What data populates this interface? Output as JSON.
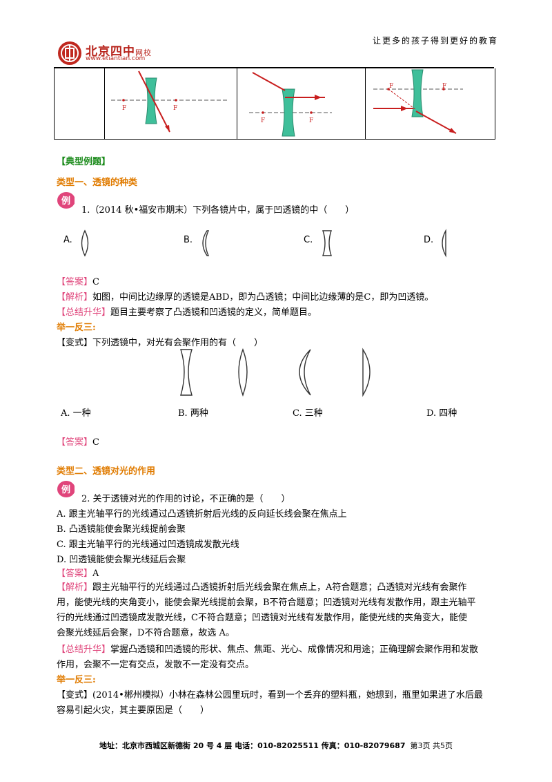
{
  "header": {
    "slogan": "让更多的孩子得到更好的教育",
    "logo_name": "北京四中",
    "logo_suffix": "网校",
    "logo_url": "www.etiantian.com"
  },
  "figure_labels": {
    "focus": "F"
  },
  "section_title": "【典型例题】",
  "type1": {
    "title": "类型一、透镜的种类",
    "question": "1.（2014 秋•福安市期末）下列各镜片中，属于凹透镜的中（　　）",
    "options": [
      "A.",
      "B.",
      "C.",
      "D."
    ],
    "answer_tag": "【答案】",
    "answer": "C",
    "analysis_tag": "【解析】",
    "analysis": "如图，中间比边缘厚的透镜是ABD，即为凸透镜；中间比边缘薄的是C，即为凹透镜。",
    "summary_tag": "【总结升华】",
    "summary": "题目主要考察了凸透镜和凹透镜的定义，简单题目。",
    "practice_title": "举一反三:",
    "variant": "【变式】下列透镜中，对光有会聚作用的有（　　）",
    "variant_options": [
      "A. 一种",
      "B. 两种",
      "C. 三种",
      "D. 四种"
    ],
    "variant_answer_tag": "【答案】",
    "variant_answer": "C"
  },
  "type2": {
    "title": "类型二、透镜对光的作用",
    "question": "2. 关于透镜对光的作用的讨论，不正确的是（　　）",
    "options": [
      "A. 跟主光轴平行的光线通过凸透镜折射后光线的反向延长线会聚在焦点上",
      "B. 凸透镜能使会聚光线提前会聚",
      "C. 跟主光轴平行的光线通过凹透镜成发散光线",
      "D. 凹透镜能使会聚光线延后会聚"
    ],
    "answer_tag": "【答案】",
    "answer": "A",
    "analysis_tag": "【解析】",
    "analysis_lines": [
      "跟主光轴平行的光线通过凸透镜折射后光线会聚在焦点上，A符合题意；凸透镜对光线有会聚作",
      "用，能使光线的夹角变小，能使会聚光线提前会聚，B不符合题意；凹透镜对光线有发散作用，跟主光轴平",
      "行的光线通过凹透镜成发散光线，C不符合题意；凹透镜对光线有发散作用，能使光线的夹角变大，能使",
      "会聚光线延后会聚，D不符合题意，故选 A。"
    ],
    "summary_tag": "【总结升华】",
    "summary_lines": [
      "掌握凸透镜和凹透镜的形状、焦点、焦距、光心、成像情况和用途；正确理解会聚作用和发散",
      "作用，会聚不一定有交点，发散不一定没有交点。"
    ],
    "practice_title": "举一反三:",
    "variant_lines": [
      "【变式】(2014•郴州模拟）小林在森林公园里玩时，看到一个丢弃的塑料瓶，她想到，瓶里如果进了水后最",
      "容易引起火灾，其主要原因是（　　）"
    ]
  },
  "footer": {
    "address": "地址：北京市西城区新德街 20 号 4 层  电话：010-82025511  传真：010-82079687",
    "page": "第3页  共5页"
  }
}
